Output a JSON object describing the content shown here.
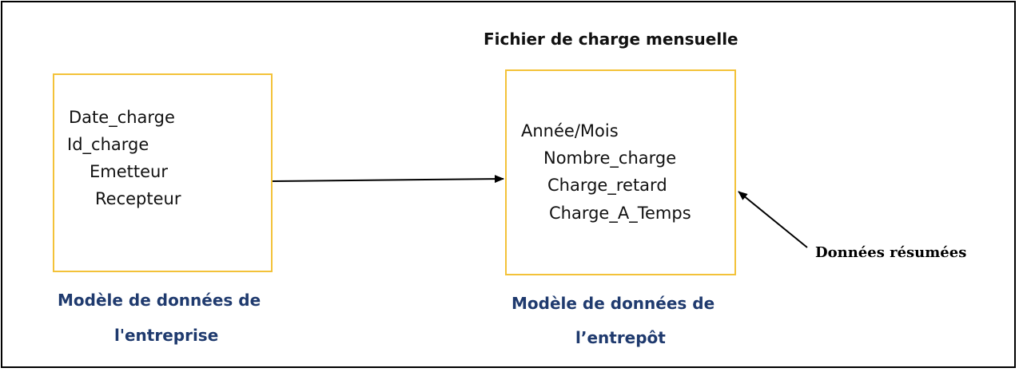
{
  "diagram": {
    "title": "Fichier de charge mensuelle",
    "source_model": {
      "fields": [
        "Date_charge",
        "Id_charge",
        "Emetteur",
        "Recepteur"
      ],
      "caption_line1": "Modèle de données de",
      "caption_line2": "l'entreprise"
    },
    "target_model": {
      "fields": [
        "Année/Mois",
        "Nombre_charge",
        "Charge_retard",
        "Charge_A_Temps"
      ],
      "caption_line1": "Modèle de données de",
      "caption_line2": "l’entrepôt"
    },
    "summary_label": "Données résumées",
    "colors": {
      "box_border": "#f3c239",
      "caption": "#1f3a6e",
      "frame": "#000000"
    }
  }
}
